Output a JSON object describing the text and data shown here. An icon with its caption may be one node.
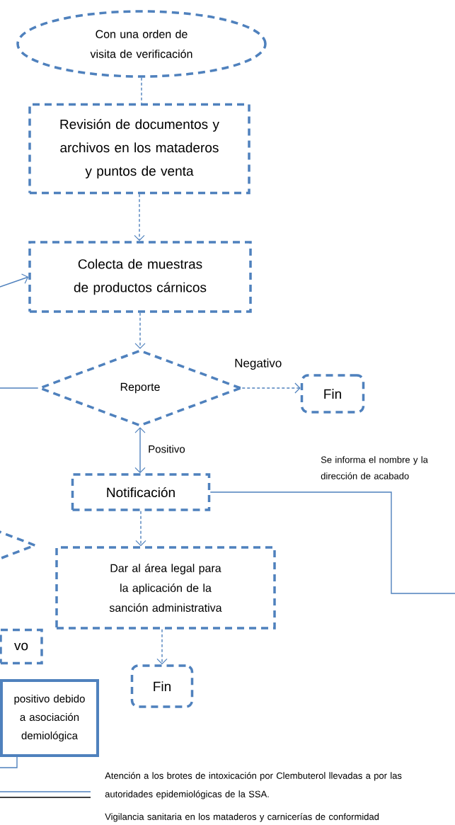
{
  "diagram": {
    "nodes": [
      {
        "text": [
          "Con una orden de visita de verificación"
        ]
      },
      {
        "text": [
          "Revisión de documentos y archivos en los mataderos y puntos de venta"
        ]
      },
      {
        "text": [
          "Colecta de muestras de productos cárnicos"
        ]
      },
      {
        "text": [
          "Reporte"
        ]
      },
      {
        "text": [
          "Fin"
        ]
      },
      {
        "text": [
          "Notificación"
        ]
      },
      {
        "text": [
          "Dar al área legal para la aplicación de la sanción administrativa"
        ]
      },
      {
        "text": [
          "Fin"
        ]
      },
      {
        "text": [],
        "shape": "diamond"
      },
      {
        "text": [
          "vo"
        ]
      },
      {
        "text": [
          "positivo debido a asociación demiológica"
        ]
      }
    ],
    "edges": [
      {
        "from": 0,
        "to": 1,
        "arrow": "none",
        "style": "dashed"
      },
      {
        "from": 1,
        "to": 2,
        "arrow": "to",
        "style": "dashed"
      },
      {
        "from": null,
        "to": 2,
        "arrow": "to"
      },
      {
        "from": 2,
        "to": 3,
        "arrow": "to",
        "style": "dashed"
      },
      {
        "from": 3,
        "to": 4,
        "arrow": "to",
        "style": "dashed",
        "label": "Negativo"
      },
      {
        "from": 3,
        "to": 5,
        "arrow": "both",
        "label": "Positivo"
      },
      {
        "from": 3,
        "to": null,
        "arrow": "none"
      },
      {
        "from": 5,
        "to": 6,
        "arrow": "to",
        "style": "dashed"
      },
      {
        "from": 5,
        "to": null,
        "arrow": "none",
        "label": "Se informa el nombre y la dirección de acabado"
      },
      {
        "from": 6,
        "to": 7,
        "arrow": "to",
        "style": "dashed"
      },
      {
        "from": 10,
        "to": null,
        "arrow": "none"
      }
    ],
    "legend": [
      {
        "text": "Atención a los brotes de intoxicación por Clembuterol llevadas a por las autoridades epidemiológicas de la SSA."
      },
      {
        "text": "Vigilancia sanitaria en los mataderos y carnicerías de conformidad"
      }
    ]
  }
}
